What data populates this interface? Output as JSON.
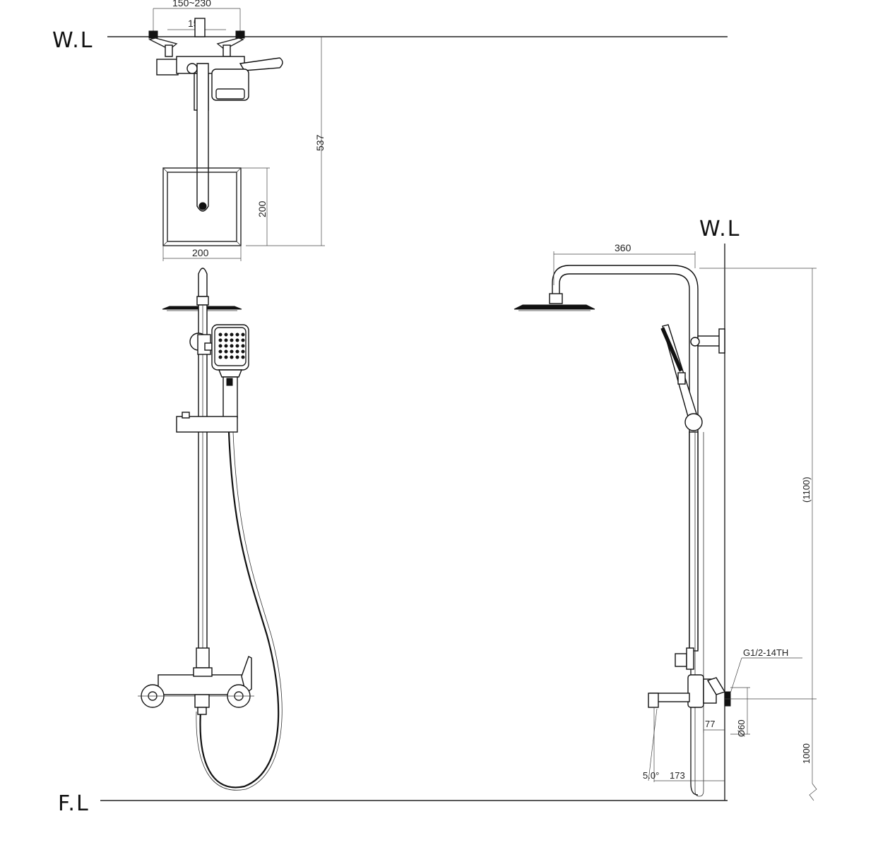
{
  "labels": {
    "wall_line_top": "W.L",
    "wall_line_right": "W.L",
    "floor_line": "F.L"
  },
  "dimensions": {
    "top_span": "150~230",
    "top_center": "150",
    "top_height": "537",
    "head_height": "200",
    "head_width": "200",
    "arm_length": "360",
    "total_height": "(1100)",
    "thread": "G1/2-14TH",
    "spout_depth": "77",
    "flange_dia": "Ø60",
    "spout_angle": "5.0°",
    "spout_length": "173",
    "mount_height": "1000"
  },
  "colors": {
    "line": "#111111",
    "background": "#ffffff"
  }
}
